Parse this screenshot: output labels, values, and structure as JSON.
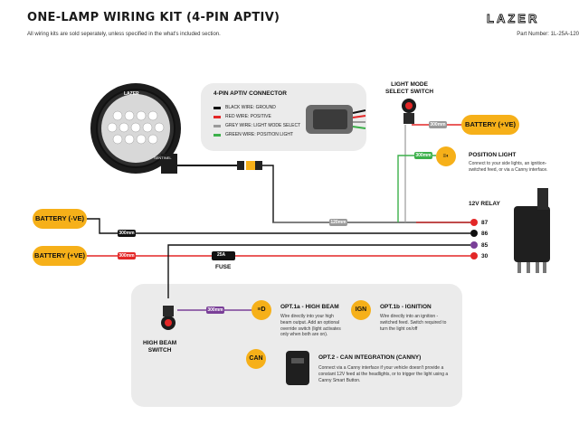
{
  "header": {
    "title": "ONE-LAMP WIRING KIT (4-PIN APTIV)",
    "subtitle": "All wiring kits are sold seperately, unless specified in the what's included section.",
    "brand": "LAZER",
    "part_number": "Part Number: 1L-25A-120"
  },
  "connector": {
    "title": "4-PIN APTIV CONNECTOR",
    "wires": [
      {
        "color": "#111111",
        "label": "BLACK WIRE: GROUND"
      },
      {
        "color": "#e32727",
        "label": "RED WIRE: POSITIVE"
      },
      {
        "color": "#9a9a9a",
        "label": "GREY WIRE: LIGHT MODE SELECT"
      },
      {
        "color": "#3cb04a",
        "label": "GREEN WIRE: POSITION LIGHT"
      }
    ]
  },
  "lamp": {
    "brand": "LAZER",
    "model": "SENTINEL"
  },
  "switches": {
    "light_mode": "LIGHT MODE\nSELECT SWITCH",
    "high_beam": "HIGH BEAM\nSWITCH"
  },
  "batteries": {
    "neg_left": "BATTERY (-VE)",
    "pos_left": "BATTERY (+VE)",
    "pos_right": "BATTERY (+VE)"
  },
  "position_light": {
    "title": "POSITION LIGHT",
    "desc": "Connect to your side lights, an ignition-switched feed, or via a Canny interface."
  },
  "relay": {
    "title": "12V RELAY",
    "pins": [
      "87",
      "86",
      "85",
      "30"
    ]
  },
  "fuse": {
    "label": "FUSE",
    "rating": "25A"
  },
  "lengths": {
    "l300_top": "300mm",
    "l300_green": "300mm",
    "l120": "120mm",
    "l300_neg": "300mm",
    "l300_pos": "300mm",
    "l300_opt": "300mm"
  },
  "options": {
    "opt1a_title": "OPT.1a - HIGH BEAM",
    "opt1a_desc": "Wire directly into your high beam output. Add an optional override switch (light activates only when both are on).",
    "opt1b_badge": "IGN",
    "opt1b_title": "OPT.1b - IGNITION",
    "opt1b_desc": "Wire directly into an ignition -switched feed. Switch required to turn the light on/off",
    "opt2_badge": "CAN",
    "opt2_title": "OPT.2 - CAN INTEGRATION (CANNY)",
    "opt2_desc": "Connect via a Canny interface if your vehicle doesn't provide a constant 12V feed at the headlights, or to trigger the light using a Canny Smart Button."
  },
  "colors": {
    "accent": "#f6b019",
    "wire_red": "#e32727",
    "wire_black": "#111111",
    "wire_grey": "#9a9a9a",
    "wire_green": "#3cb04a",
    "wire_purple": "#7a3f98",
    "panel": "#ebebeb"
  }
}
